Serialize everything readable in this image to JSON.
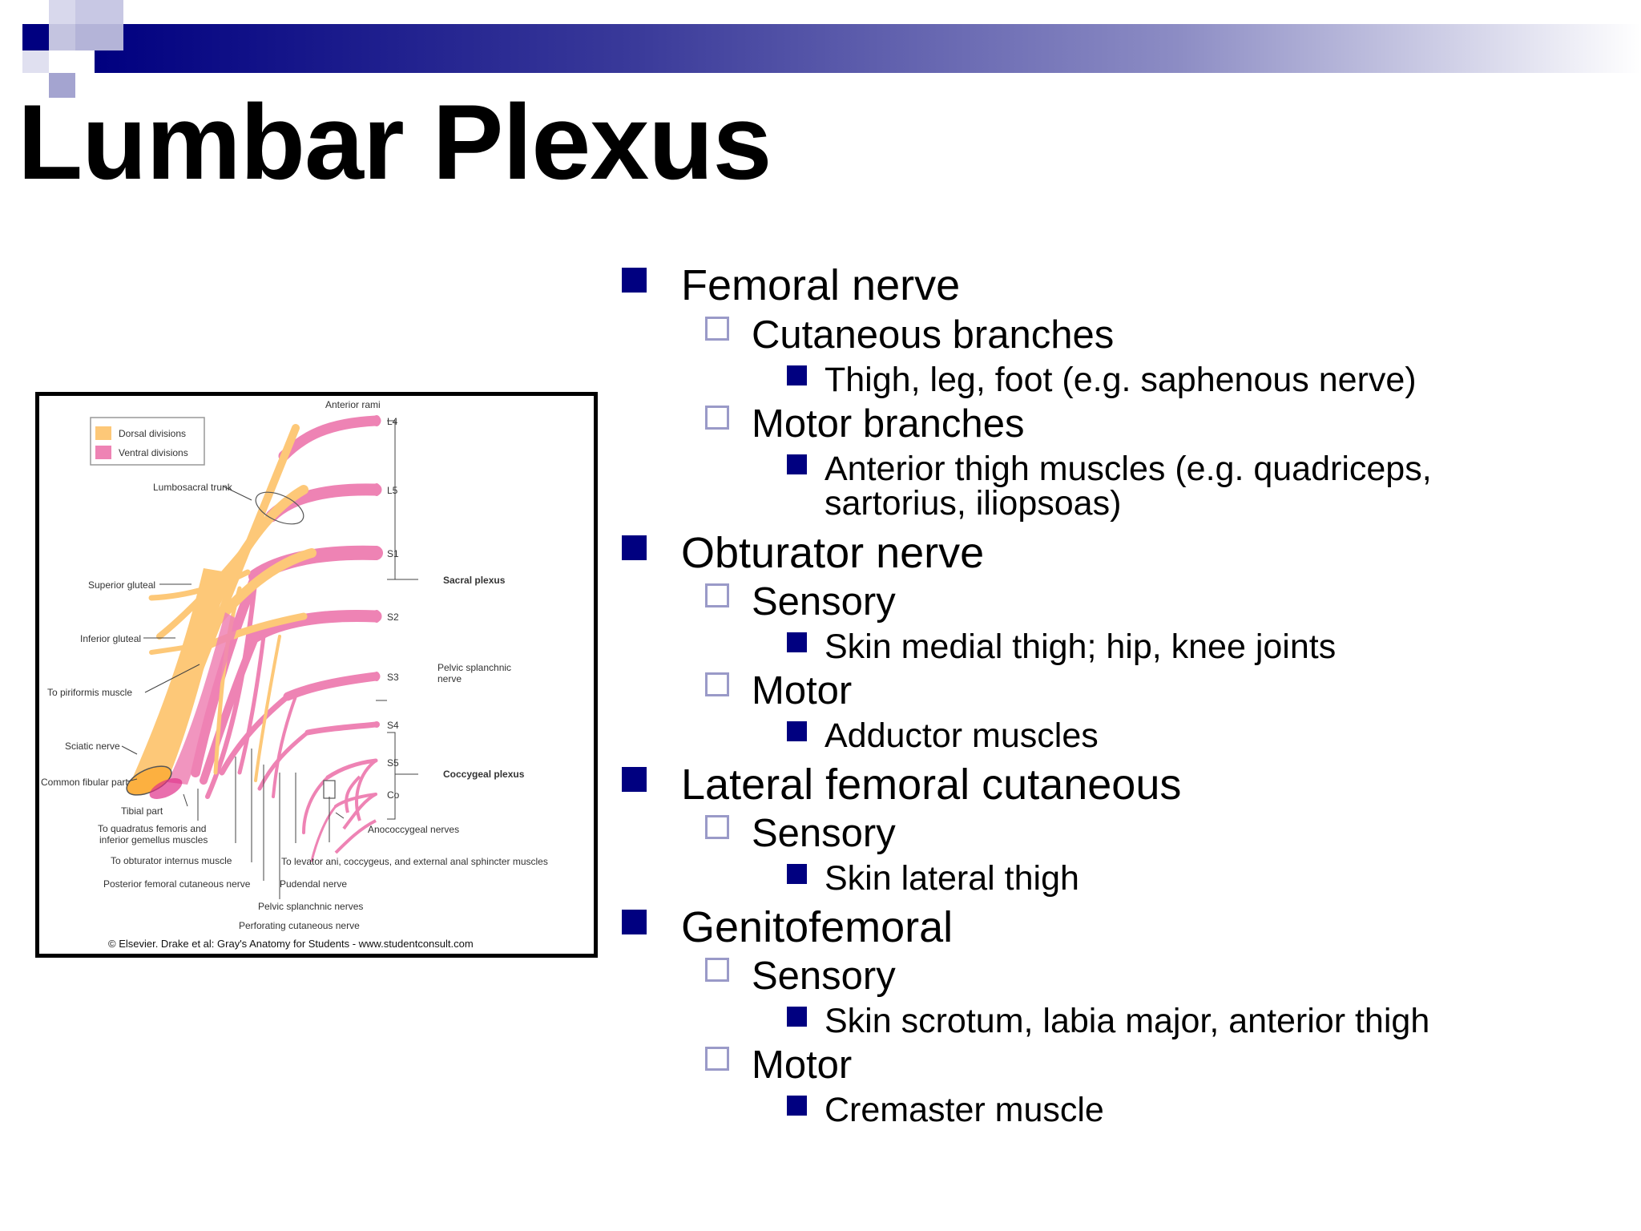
{
  "slide": {
    "title": "Lumbar Plexus",
    "accent_color": "#000080"
  },
  "figure": {
    "legend_dorsal": "Dorsal divisions",
    "legend_ventral": "Ventral divisions",
    "dorsal_color": "#fdc878",
    "ventral_color": "#ee83b4",
    "labels": {
      "anterior_rami": "Anterior rami",
      "l4": "L4",
      "l5": "L5",
      "s1": "S1",
      "s2": "S2",
      "s3": "S3",
      "s4": "S4",
      "s5": "S5",
      "co": "Co",
      "lumbosacral_trunk": "Lumbosacral trunk",
      "superior_gluteal": "Superior gluteal",
      "inferior_gluteal": "Inferior gluteal",
      "to_piriformis": "To piriformis muscle",
      "sciatic_nerve": "Sciatic nerve",
      "common_fibular": "Common fibular part",
      "tibial_part": "Tibial part",
      "quadratus_1": "To quadratus femoris and",
      "quadratus_2": "inferior gemellus muscles",
      "obturator_internus": "To obturator internus muscle",
      "posterior_femoral": "Posterior femoral cutaneous nerve",
      "pelvic_splanchnic_nerves": "Pelvic splanchnic nerves",
      "perforating_cutaneous": "Perforating cutaneous nerve",
      "pudendal": "Pudendal nerve",
      "levator_ani": "To levator ani, coccygeus, and external anal sphincter muscles",
      "anococcygeal": "Anococcygeal nerves",
      "sacral_plexus": "Sacral plexus",
      "coccygeal_plexus": "Coccygeal plexus",
      "pelvic_splanchnic_1": "Pelvic splanchnic",
      "pelvic_splanchnic_2": "nerve",
      "copyright": "© Elsevier. Drake et al: Gray's Anatomy for Students - www.studentconsult.com"
    }
  },
  "bullets": [
    {
      "level": 1,
      "text": "Femoral nerve"
    },
    {
      "level": 2,
      "text": "Cutaneous branches"
    },
    {
      "level": 3,
      "text": "Thigh, leg, foot (e.g. saphenous nerve)"
    },
    {
      "level": 2,
      "text": "Motor branches"
    },
    {
      "level": 3,
      "text": "Anterior thigh muscles (e.g. quadriceps,",
      "continuation": "sartorius, iliopsoas)"
    },
    {
      "level": 1,
      "text": "Obturator nerve"
    },
    {
      "level": 2,
      "text": "Sensory"
    },
    {
      "level": 3,
      "text": "Skin medial thigh; hip, knee joints"
    },
    {
      "level": 2,
      "text": "Motor"
    },
    {
      "level": 3,
      "text": "Adductor muscles"
    },
    {
      "level": 1,
      "text": "Lateral femoral cutaneous"
    },
    {
      "level": 2,
      "text": "Sensory"
    },
    {
      "level": 3,
      "text": "Skin lateral thigh"
    },
    {
      "level": 1,
      "text": "Genitofemoral"
    },
    {
      "level": 2,
      "text": "Sensory"
    },
    {
      "level": 3,
      "text": "Skin scrotum, labia major, anterior thigh"
    },
    {
      "level": 2,
      "text": "Motor"
    },
    {
      "level": 3,
      "text": "Cremaster muscle"
    }
  ]
}
